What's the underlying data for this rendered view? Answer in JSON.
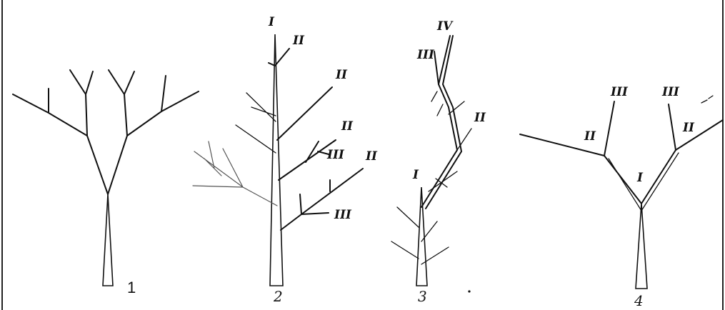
{
  "diagram": {
    "panels": [
      {
        "number": "1",
        "labels": []
      },
      {
        "number": "2",
        "labels": [
          "I",
          "II",
          "II",
          "II",
          "III",
          "II",
          "III"
        ]
      },
      {
        "number": "3",
        "labels": [
          "IV",
          "III",
          "II",
          "I"
        ]
      },
      {
        "number": "4",
        "labels": [
          "III",
          "III",
          "II",
          "II",
          "I"
        ]
      }
    ]
  }
}
